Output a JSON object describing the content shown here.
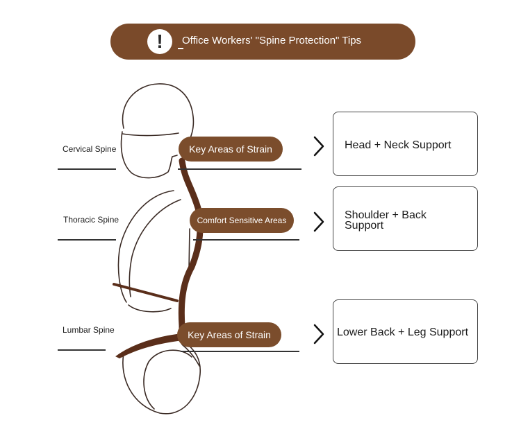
{
  "banner": {
    "icon": "exclamation-circle-icon",
    "title": "Office Workers' \"Spine Protection\" Tips"
  },
  "spine_sections": [
    {
      "label": "Cervical Spine",
      "tag": "Key Areas of Strain",
      "support": "Head + Neck Support",
      "arrow_icon": "chevron-right-icon"
    },
    {
      "label": "Thoracic Spine",
      "tag": "Comfort Sensitive Areas",
      "support": "Shoulder + Back Support",
      "arrow_icon": "chevron-right-icon"
    },
    {
      "label": "Lumbar Spine",
      "tag": "Key Areas of Strain",
      "support": "Lower Back + Leg Support",
      "arrow_icon": "chevron-right-icon"
    }
  ],
  "colors": {
    "brand_brown": "#7b4d2c",
    "spine_brown": "#5a2e1a",
    "outline": "#3a2a24"
  }
}
